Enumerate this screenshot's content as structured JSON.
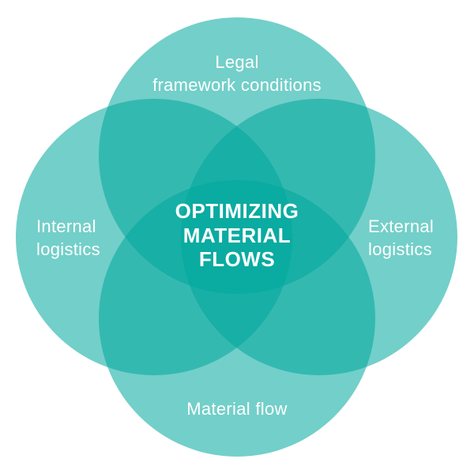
{
  "diagram": {
    "type": "venn",
    "center_title": "OPTIMIZING\nMATERIAL\nFLOWS",
    "circles": [
      {
        "id": "top",
        "label": "Legal\nframework conditions"
      },
      {
        "id": "left",
        "label": "Internal\nlogistics"
      },
      {
        "id": "right",
        "label": "External\nlogistics"
      },
      {
        "id": "bottom",
        "label": "Material flow"
      }
    ]
  },
  "colors": {
    "circle_fill": "#00A79D",
    "circle_opacity": "0.55",
    "label_text": "#FFFFFF",
    "background": "#FFFFFF"
  }
}
